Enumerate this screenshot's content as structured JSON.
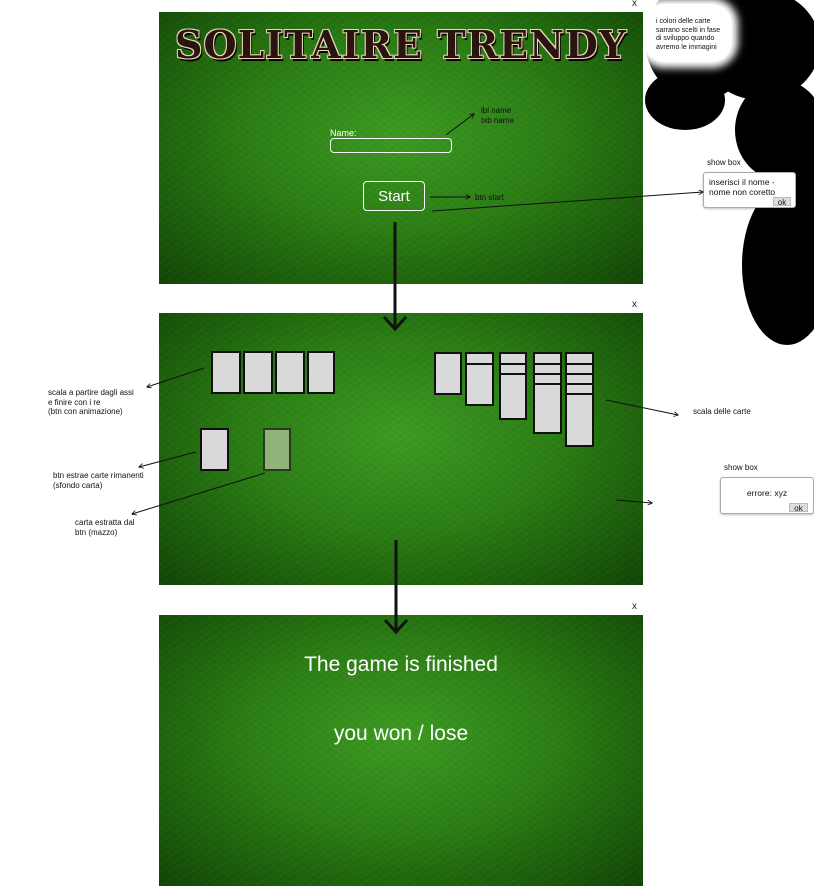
{
  "screen1": {
    "close_label": "x",
    "title": "SOLITAIRE TRENDY",
    "name_label": "Name:",
    "name_value": "",
    "start_label": "Start"
  },
  "screen2": {
    "close_label": "x",
    "foundation_count": 4,
    "tableau_stacks": [
      1,
      2,
      3,
      4,
      5
    ]
  },
  "screen3": {
    "close_label": "x",
    "finished_text": "The game is finished",
    "result_text": "you won / lose"
  },
  "notes": {
    "colors": "i colori delle carte\nsarrano scelti in fase\ndi sviluppo quando\navremo le immagini",
    "lbl_txb": "lbl name\ntxb name",
    "btn_start": "btn start",
    "foundations": "scala a partire dagli assi\ne finire con i re\n(btn con animazione)",
    "tableau": "scala delle carte",
    "deck": "btn estrae carte rimanenti\n(sfondo carta)",
    "drawn": "carta estratta dal\nbtn (mazzo)"
  },
  "showbox1": {
    "label": "show box",
    "message": "inserisci il nome -\nnome non coretto",
    "ok_label": "ok"
  },
  "showbox2": {
    "label": "show box",
    "message": "errore: xyz",
    "ok_label": "ok"
  }
}
